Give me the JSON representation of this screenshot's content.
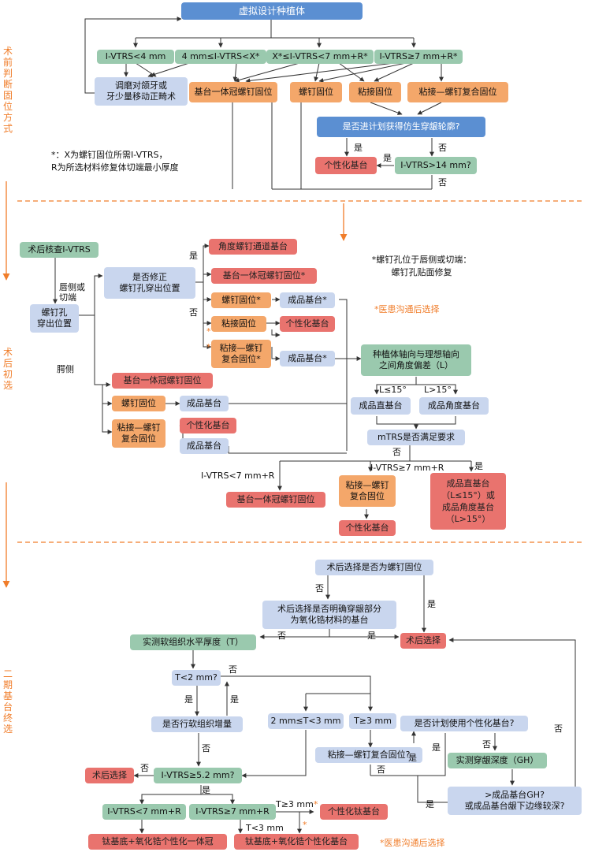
{
  "sidebar": {
    "section1": "术\n前\n判\n断\n固\n位\n方\n式",
    "section2": "术\n后\n初\n选",
    "section3": "二\n期\n基\n台\n终\n选"
  },
  "section1": {
    "title": "虚拟设计种植体",
    "cond_a": "I-VTRS<4 mm",
    "cond_b": "4 mm≤I-VTRS<X*",
    "cond_c": "X*≤I-VTRS<7 mm+R*",
    "cond_d": "I-VTRS≥7 mm+R*",
    "adjust": "调磨对颌牙或\n牙少量移动正畸术",
    "opt_cement_screw": "基台一体冠螺钉固位",
    "opt_screw": "螺钉固位",
    "opt_cement": "粘接固位",
    "opt_combo": "粘接—螺钉复合固位",
    "question_emergence": "是否进计划获得仿生穿龈轮廓?",
    "yes": "是",
    "no": "否",
    "custom_abutment": "个性化基台",
    "question_ivtrs14": "I-VTRS>14 mm?",
    "footnote": "*：X为螺钉固位所需I-VTRS，\nR为所选材料修复体切端最小厚度"
  },
  "section2": {
    "start": "术后核查I-VTRS",
    "screw_hole": "螺钉孔\n穿出位置",
    "lingual_incisal": "唇侧或\n切端",
    "palatal": "腭侧",
    "question_correct": "是否修正\n螺钉孔穿出位置",
    "yes": "是",
    "no": "否",
    "angled_channel": "角度螺钉通道基台",
    "cement_screw_star": "基台一体冠螺钉固位*",
    "screw_star": "螺钉固位*",
    "stock_star_1": "成品基台*",
    "cement": "粘接固位",
    "custom_1": "个性化基台",
    "combo_star": "粘接—螺钉\n复合固位*",
    "stock_star_2": "成品基台*",
    "note_lip": "*螺钉孔位于唇侧或切端：\n螺钉孔贴面修复",
    "note_doctor": "*医患沟通后选择",
    "angle_question": "种植体轴向与理想轴向\n之间角度偏差（L）",
    "l_le": "L≤15°",
    "l_gt": "L>15°",
    "stock_straight": "成品直基台",
    "stock_angled": "成品角度基台",
    "palatal_cement_screw": "基台一体冠螺钉固位",
    "palatal_screw": "螺钉固位",
    "palatal_stock_1": "成品基台",
    "palatal_combo": "粘接—螺钉\n复合固位",
    "palatal_custom": "个性化基台",
    "palatal_stock_2": "成品基台",
    "mtrs_question": "mTRS是否满足要求",
    "no2": "否",
    "yes2": "是",
    "ivtrs_lt": "I-VTRS<7 mm+R",
    "ivtrs_ge": "I-VTRS≥7 mm+R",
    "result_cement_screw": "基台一体冠螺钉固位",
    "result_combo": "粘接—螺钉\n复合固位",
    "result_custom": "个性化基台",
    "result_stock": "成品直基台\n（L≤15°）或\n成品角度基台\n（L>15°）"
  },
  "section3": {
    "q_screw": "术后选择是否为螺钉固位",
    "no": "否",
    "yes": "是",
    "q_zirconia": "术后选择是否明确穿龈部分\n为氧化锆材料的基台",
    "measure_t": "实测软组织水平厚度（T）",
    "post_select_1": "术后选择",
    "t_lt2": "T<2 mm?",
    "q_graft": "是否行软组织增量",
    "t_range": "2 mm≤T<3 mm",
    "t_ge3": "T≥3 mm",
    "q_custom": "是否计划使用个性化基台?",
    "q_combo": "粘接—螺钉复合固位?",
    "measure_gh": "实测穿龈深度（GH）",
    "ivtrs52": "I-VTRS≥5.2 mm?",
    "post_select_2": "术后选择",
    "ivtrs_lt": "I-VTRS<7 mm+R",
    "ivtrs_ge": "I-VTRS≥7 mm+R",
    "t_ge3_star": "T≥3 mm",
    "t_lt3": "T<3 mm",
    "ti_custom": "个性化钛基台",
    "q_gh": ">成品基台GH?\n或成品基台龈下边缘较深?",
    "result_1": "钛基底+氧化锆个性化一体冠",
    "result_2": "钛基底+氧化锆个性化基台",
    "note_doctor": "*医患沟通后选择"
  }
}
